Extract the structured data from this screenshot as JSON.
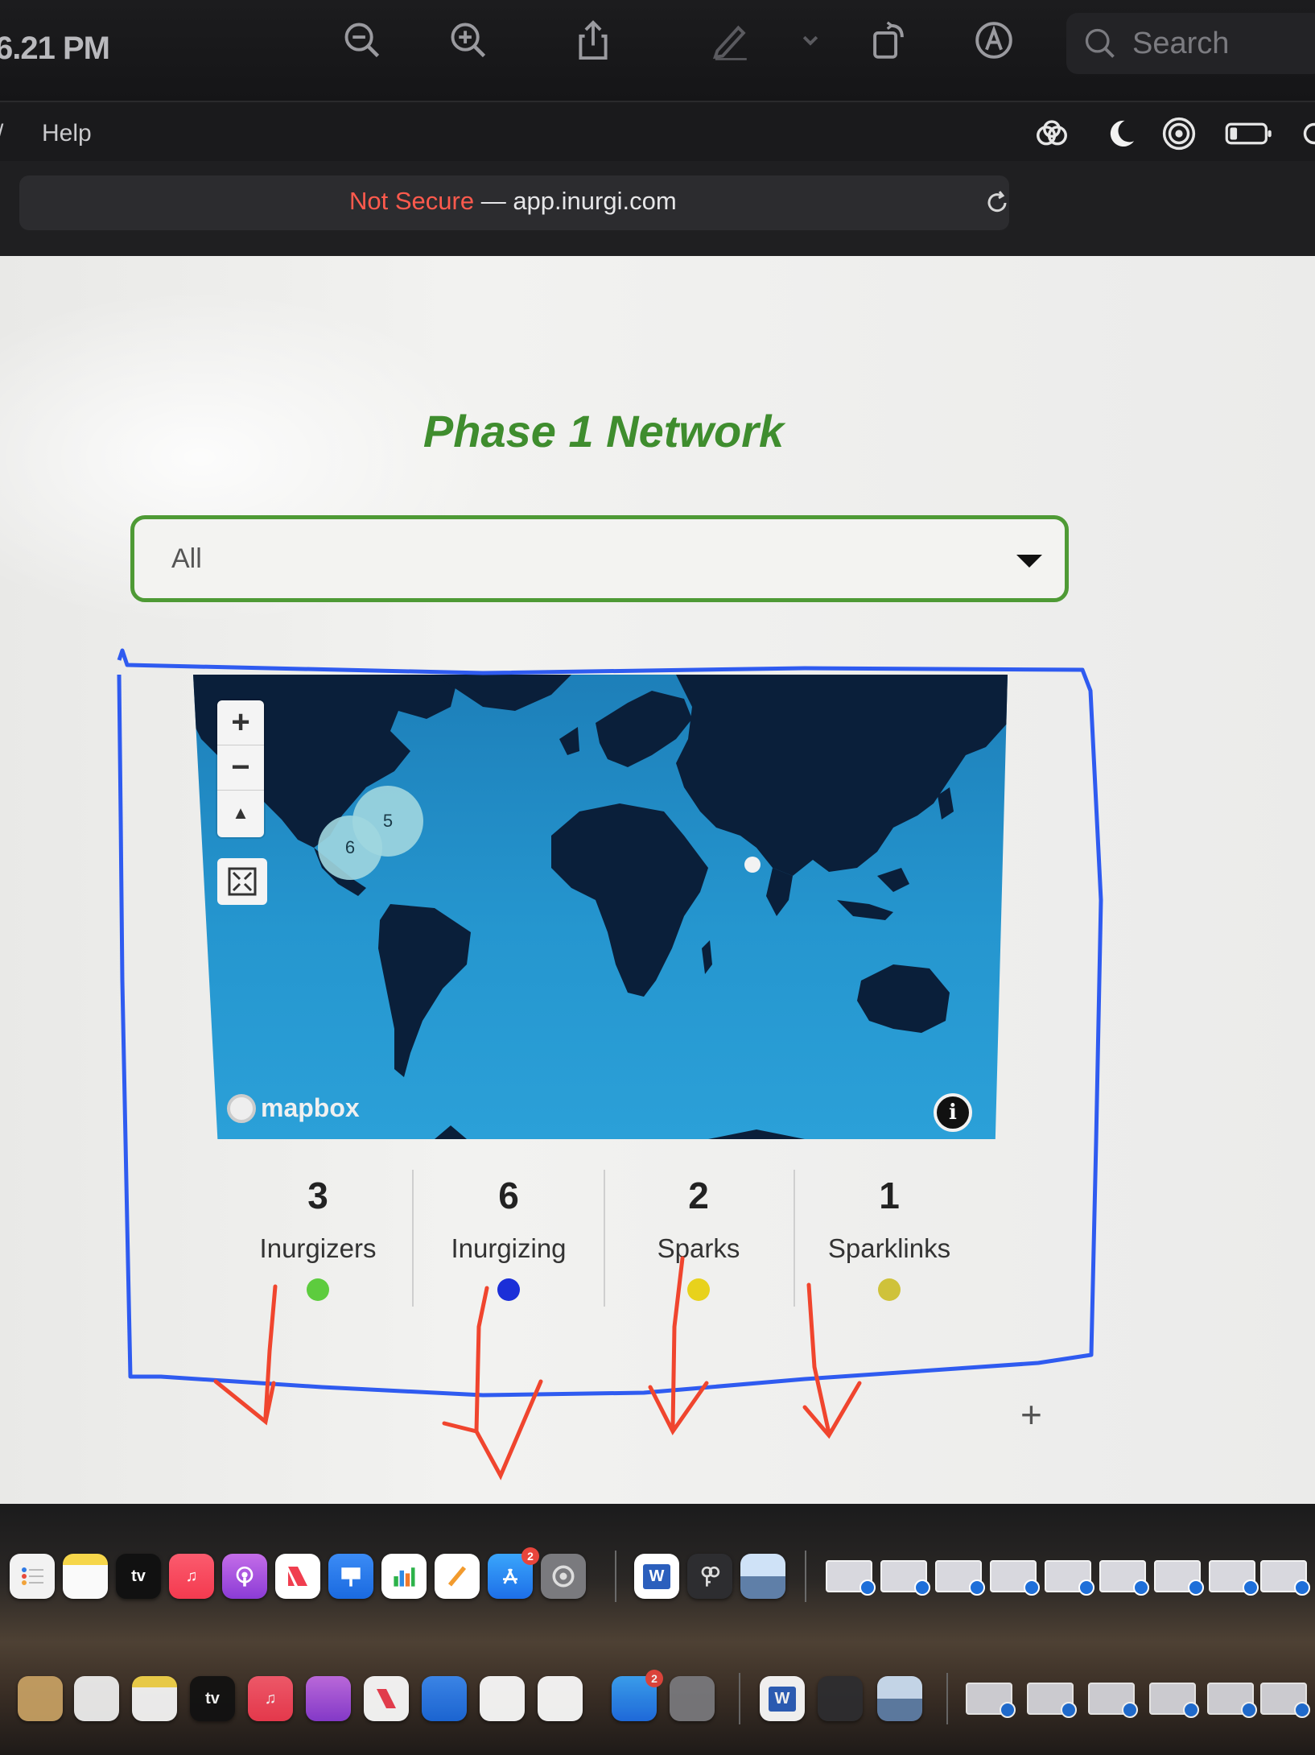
{
  "toolbar": {
    "clock": "6.21 PM",
    "search_placeholder": "Search",
    "icons": [
      "zoom-out-icon",
      "zoom-in-icon",
      "share-icon",
      "markup-pen-icon",
      "chevron-down-icon",
      "rotate-icon",
      "annotate-icon",
      "search-icon"
    ]
  },
  "menubar": {
    "slash": "/",
    "help": "Help",
    "status_icons": [
      "creative-cloud-icon",
      "do-not-disturb-moon-icon",
      "airdrop-icon",
      "battery-icon"
    ]
  },
  "address_bar": {
    "warning": "Not Secure",
    "separator": " — ",
    "domain": "app.inurgi.com"
  },
  "page": {
    "title": "Phase 1 Network",
    "filter": {
      "selected": "All"
    },
    "map": {
      "attribution": "mapbox",
      "info": "i",
      "clusters": [
        {
          "count": "5",
          "region": "eastern-north-america"
        },
        {
          "count": "6",
          "region": "southern-north-america"
        }
      ],
      "colors": {
        "ocean": "#2596cf",
        "land": "#0a1f3a",
        "cluster": "#a0d6df"
      }
    },
    "stats": [
      {
        "count": "3",
        "label": "Inurgizers",
        "color": "#5dcc3e"
      },
      {
        "count": "6",
        "label": "Inurgizing",
        "color": "#1b2fd8"
      },
      {
        "count": "2",
        "label": "Sparks",
        "color": "#e8d21c"
      },
      {
        "count": "1",
        "label": "Sparklinks",
        "color": "#cfc23a"
      }
    ],
    "annotation_colors": {
      "outline": "#2f5bf0",
      "arrows": "#f0452e"
    }
  },
  "dock": {
    "apps": [
      "reminders",
      "notes",
      "apple-tv",
      "music",
      "podcasts",
      "news",
      "keynote",
      "numbers",
      "pages",
      "app-store",
      "system-preferences",
      "word",
      "keychain",
      "preview"
    ],
    "app_store_badge": "2",
    "tv_label": "tv",
    "word_label": "W"
  }
}
